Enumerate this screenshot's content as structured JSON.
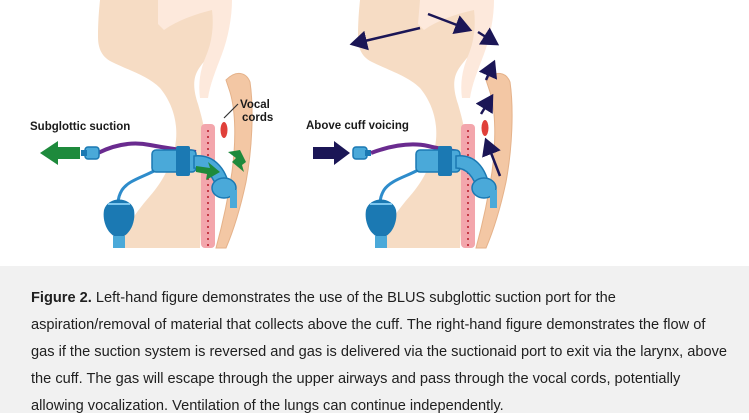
{
  "figure": {
    "left_panel": {
      "label": "Subglottic suction",
      "vocal_label_line1": "Vocal",
      "vocal_label_line2": "cords"
    },
    "right_panel": {
      "label": "Above cuff voicing"
    },
    "colors": {
      "skin": "#f6dcc4",
      "airway": "#fde9dc",
      "tube": "#4aa9d9",
      "tube_dark": "#1b79b3",
      "suction_line": "#6a2b8f",
      "green_arrow": "#1e8a3c",
      "navy_arrow": "#1b1656",
      "vocal_cords": "#e0403a",
      "trachea": "#f3a6ac"
    },
    "icons": [
      "green-flow-arrow",
      "navy-flow-arrow",
      "tracheostomy-tube",
      "pilot-balloon"
    ]
  },
  "caption": {
    "figure_label": "Figure 2.",
    "text": " Left-hand figure demonstrates the use of the BLUS subglottic suction port for the aspiration/removal of material that collects above the cuff. The right-hand figure demonstrates the flow of gas if the suction system is reversed and gas is delivered via the suctionaid port to exit via the larynx, above the cuff. The gas will escape through the upper airways and pass through the vocal cords, potentially allowing vocalization. Ventilation of the lungs can continue independently."
  }
}
